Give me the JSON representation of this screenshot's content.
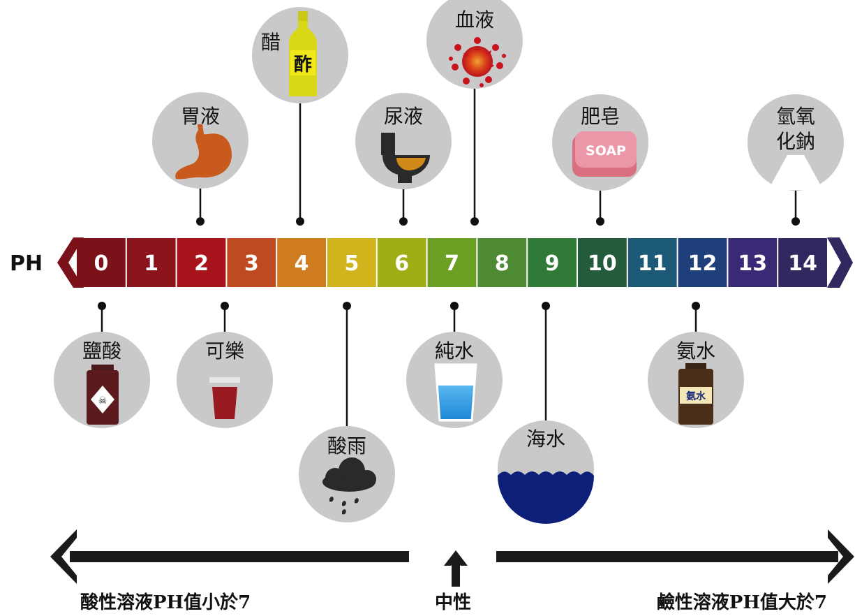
{
  "axis_label": "PH",
  "scale": [
    {
      "num": "0",
      "color": "#7b1219"
    },
    {
      "num": "1",
      "color": "#8b141c"
    },
    {
      "num": "2",
      "color": "#a8141c"
    },
    {
      "num": "3",
      "color": "#be4a1f"
    },
    {
      "num": "4",
      "color": "#cf7b1f"
    },
    {
      "num": "5",
      "color": "#d0b31d"
    },
    {
      "num": "6",
      "color": "#9fae17"
    },
    {
      "num": "7",
      "color": "#6c9f24"
    },
    {
      "num": "8",
      "color": "#4f8b35"
    },
    {
      "num": "9",
      "color": "#2f7a36"
    },
    {
      "num": "10",
      "color": "#245b3a"
    },
    {
      "num": "11",
      "color": "#1b5977"
    },
    {
      "num": "12",
      "color": "#1e3f7a"
    },
    {
      "num": "13",
      "color": "#3a2975"
    },
    {
      "num": "14",
      "color": "#31285f"
    }
  ],
  "items_top": [
    {
      "label": "胃液",
      "ph": 2,
      "icon": "stomach-icon"
    },
    {
      "label": "醋",
      "ph": 4,
      "icon": "vinegar-bottle-icon",
      "bottle_text": "酢"
    },
    {
      "label": "尿液",
      "ph": 6,
      "icon": "toilet-icon"
    },
    {
      "label": "血液",
      "ph": 7.4,
      "icon": "blood-splat-icon"
    },
    {
      "label": "肥皂",
      "ph": 10,
      "icon": "soap-icon",
      "soap_text": "SOAP"
    },
    {
      "label": "氫氧化鈉",
      "line1": "氫氧",
      "line2": "化鈉",
      "ph": 14,
      "icon": "flask-icon"
    }
  ],
  "items_bottom": [
    {
      "label": "鹽酸",
      "ph": 0,
      "icon": "poison-bottle-icon"
    },
    {
      "label": "可樂",
      "ph": 2.5,
      "icon": "cola-cup-icon"
    },
    {
      "label": "酸雨",
      "ph": 5,
      "icon": "rain-cloud-icon"
    },
    {
      "label": "純水",
      "ph": 7,
      "icon": "water-glass-icon"
    },
    {
      "label": "海水",
      "ph": 9,
      "icon": "wave-icon"
    },
    {
      "label": "氨水",
      "ph": 12,
      "icon": "ammonia-bottle-icon",
      "bottle_text": "氨水"
    }
  ],
  "bottom": {
    "acid": "酸性溶液PH值小於7",
    "neutral": "中性",
    "base": "鹼性溶液PH值大於7"
  },
  "colors": {
    "circle": "#c9c9c9",
    "line": "#111111",
    "arrow": "#1a1a1a",
    "left_chevron": "#7b1219",
    "right_chevron": "#31285f"
  }
}
